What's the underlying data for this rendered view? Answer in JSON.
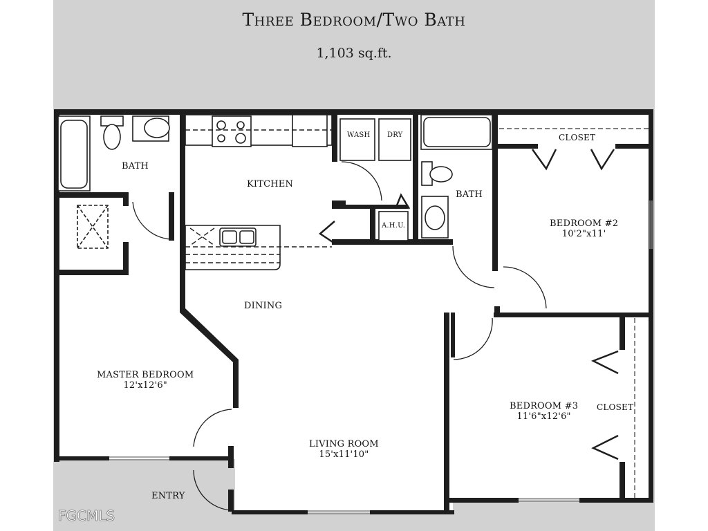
{
  "header": {
    "title": "Three Bedroom/Two Bath",
    "area": "1,103 sq.ft."
  },
  "rooms": {
    "bath_master": {
      "name": "BATH"
    },
    "kitchen": {
      "name": "KITCHEN"
    },
    "wash": {
      "name": "WASH"
    },
    "dry": {
      "name": "DRY"
    },
    "ahu": {
      "name": "A.H.U."
    },
    "bath_hall": {
      "name": "BATH"
    },
    "closet_bed2": {
      "name": "CLOSET"
    },
    "bedroom2": {
      "name": "BEDROOM #2",
      "dimensions": "10'2\"x11'"
    },
    "dining": {
      "name": "DINING"
    },
    "master_bedroom": {
      "name": "MASTER BEDROOM",
      "dimensions": "12'x12'6\""
    },
    "bedroom3": {
      "name": "BEDROOM #3",
      "dimensions": "11'6\"x12'6\""
    },
    "closet_bed3": {
      "name": "CLOSET"
    },
    "living_room": {
      "name": "LIVING ROOM",
      "dimensions": "15'x11'10\""
    },
    "entry": {
      "name": "ENTRY"
    }
  },
  "watermark": "FGCMLS",
  "colors": {
    "background": "#d2d2d2",
    "walls": "#1e1e1e",
    "floor": "#ffffff"
  }
}
